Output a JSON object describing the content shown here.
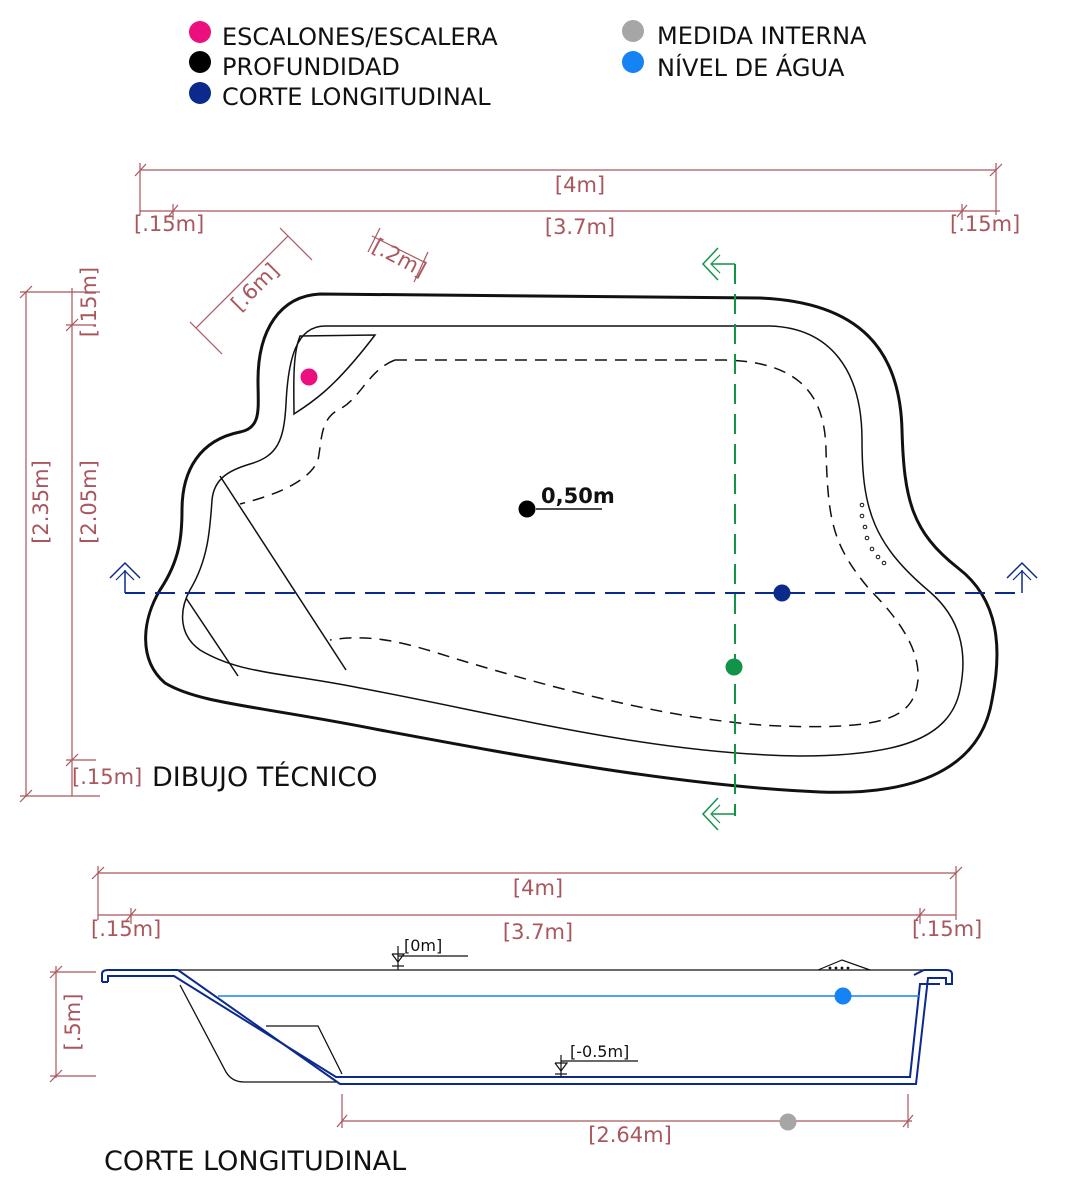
{
  "legend": [
    {
      "label": "ESCALONES/ESCALERA",
      "color": "#ec0f7f"
    },
    {
      "label": "PROFUNDIDAD",
      "color": "#000000"
    },
    {
      "label": "CORTE LONGITUDINAL",
      "color": "#0b2a8c"
    },
    {
      "label": "MEDIDA INTERNA",
      "color": "#a6a6a6"
    },
    {
      "label": "NÍVEL DE ÁGUA",
      "color": "#1683f5"
    }
  ],
  "plan": {
    "title": "DIBUJO TÉCNICO",
    "depth": "0,50m",
    "dims": {
      "total_width": "[4m]",
      "inner_width": "[3.7m]",
      "edge_left": "[.15m]",
      "edge_right": "[.15m]",
      "step_width": "[.6m]",
      "step_depth": "[.2m]",
      "total_length": "[2.35m]",
      "inner_length": "[2.05m]",
      "edge_top": "[.15m]",
      "edge_bottom": "[.15m]"
    }
  },
  "section": {
    "title": "CORTE LONGITUDINAL",
    "level_top": "[0m]",
    "level_bottom": "[-0.5m]",
    "dims": {
      "total_width": "[4m]",
      "inner_width": "[3.7m]",
      "edge_left": "[.15m]",
      "edge_right": "[.15m]",
      "height": "[.5m]",
      "floor_length": "[2.64m]"
    }
  },
  "colors": {
    "dimension": "#a9565c",
    "cut_green": "#119447",
    "cut_blue": "#0b2a8c",
    "water": "#1683f5"
  }
}
